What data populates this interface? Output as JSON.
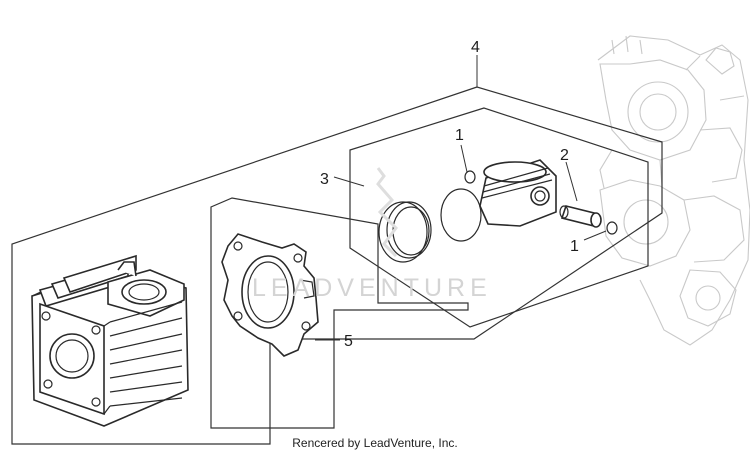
{
  "callouts": {
    "c1a": "1",
    "c1b": "1",
    "c2": "2",
    "c3": "3",
    "c4": "4",
    "c5": "5"
  },
  "watermark": {
    "text": "LEADVENTURE"
  },
  "footer": {
    "credit": "Rencered by LeadVenture, Inc."
  },
  "colors": {
    "line": "#2a2a2a",
    "ghost": "#c9c9c9",
    "watermark": "#d4d4d4"
  }
}
